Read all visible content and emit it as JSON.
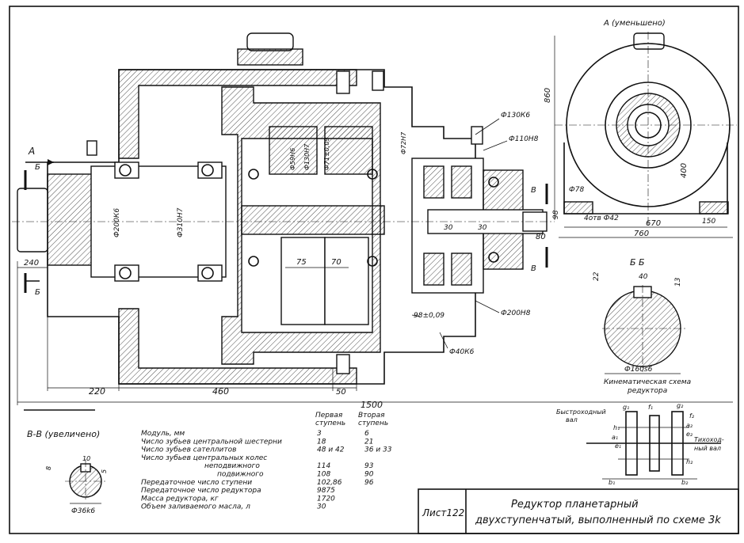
{
  "dims": {
    "d220": "220",
    "d460": "460",
    "d50": "50",
    "d1500": "1500",
    "d240": "240",
    "d75": "75",
    "d70": "70",
    "d30a": "30",
    "d30b": "30",
    "d80": "80",
    "d98": "98",
    "d860": "860",
    "d400": "400",
    "d670": "670",
    "d760": "760",
    "d150": "150",
    "d78": "Ф78",
    "d42": "4отв Ф42",
    "d22": "22",
    "d40": "40",
    "d13": "13",
    "d10": "10",
    "d8": "8",
    "d5": "5",
    "phi200k6": "Ф200К6",
    "phi310h7": "Ф310Н7",
    "phi130k6": "Ф130К6",
    "phi110h8": "Ф110Н8",
    "phi200h8": "Ф200Н8",
    "phi40k6": "Ф40К6",
    "phi160s6": "Ф160s6",
    "phi36k6": "Ф36k6",
    "fit98": "98±0,09",
    "shaft1": "Ф59Н6",
    "shaft2": "Ф130Н7",
    "shaft3": "Ф71±0,09",
    "shaft4": "Ф72Н7"
  },
  "labels": {
    "view_a": "А (уменьшено)",
    "arrow_a": "А",
    "b1": "Б",
    "b2": "Б",
    "v1": "В",
    "v2": "В",
    "section_bb": "Б Б",
    "section_vv": "В-В (увеличено)",
    "kinematic_title_1": "Кинематическая схема",
    "kinematic_title_2": "редуктора",
    "fast_shaft_1": "Быстроходный",
    "fast_shaft_2": "вал",
    "slow_shaft_1": "Тихоход-",
    "slow_shaft_2": "ный вал",
    "k_g1": "g₁",
    "k_f1": "f₁",
    "k_g2": "g₂",
    "k_f2": "f₂",
    "k_h1": "h₁",
    "k_a1": "a₁",
    "k_e1": "e₁",
    "k_a2": "a₂",
    "k_e2": "e₂",
    "k_h2": "h₂",
    "k_b1": "b₁",
    "k_b2": "b₂"
  },
  "spec_table": {
    "col1_header_1": "Первая",
    "col1_header_2": "ступень",
    "col2_header_1": "Вторая",
    "col2_header_2": "ступень",
    "rows": [
      {
        "name": "Модуль, мм",
        "v1": "3",
        "v2": "6"
      },
      {
        "name": "Число зубьев центральной шестерни",
        "v1": "18",
        "v2": "21"
      },
      {
        "name": "Число зубьев сателлитов",
        "v1": "48 и 42",
        "v2": "36 и 33"
      },
      {
        "name": "Число зубьев центральных колес",
        "v1": "",
        "v2": ""
      },
      {
        "name": "неподвижного",
        "v1": "114",
        "v2": "93"
      },
      {
        "name": "подвижного",
        "v1": "108",
        "v2": "90"
      },
      {
        "name": "Передаточное число ступени",
        "v1": "102,86",
        "v2": "96"
      },
      {
        "name": "Передаточное число редуктора",
        "v1": "9875",
        "v2": ""
      },
      {
        "name": "Масса редуктора, кг",
        "v1": "1720",
        "v2": ""
      },
      {
        "name": "Объем заливаемого масла, л",
        "v1": "30",
        "v2": ""
      }
    ]
  },
  "title_block": {
    "sheet": "Лист122",
    "title_1": "Редуктор планетарный",
    "title_2": "двухступенчатый, выполненный по схеме 3k"
  }
}
